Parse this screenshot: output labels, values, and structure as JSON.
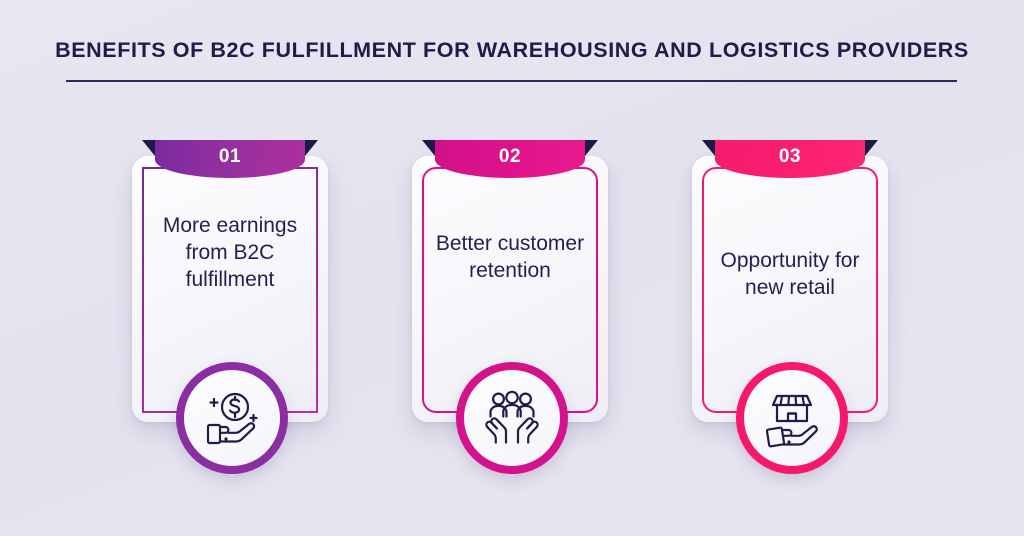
{
  "header": {
    "title": "BENEFITS OF B2C FULFILLMENT FOR WAREHOUSING AND LOGISTICS PROVIDERS"
  },
  "cards": [
    {
      "number": "01",
      "text": "More earnings from B2C fulfillment",
      "icon": "hand-holding-dollar-coin-icon",
      "accent": "#8a2ea2",
      "ribbon_from": "#7a2a9e",
      "ribbon_to": "#ae2f9c",
      "fold_color": "#1d1b45"
    },
    {
      "number": "02",
      "text": "Better customer retention",
      "icon": "hands-holding-people-icon",
      "accent": "#d4128b",
      "ribbon_from": "#d01189",
      "ribbon_to": "#e81a8d",
      "fold_color": "#1d1b45"
    },
    {
      "number": "03",
      "text": "Opportunity for new retail",
      "icon": "hand-holding-shop-icon",
      "accent": "#f6186d",
      "ribbon_from": "#f41c6e",
      "ribbon_to": "#fd2775",
      "fold_color": "#fd2775"
    }
  ],
  "theme": {
    "background": "#e6e4ef",
    "title_color": "#201c4a",
    "rule_color": "#2d2a5c",
    "body_text_color": "#241f50",
    "icon_stroke": "#1f1c4a"
  }
}
